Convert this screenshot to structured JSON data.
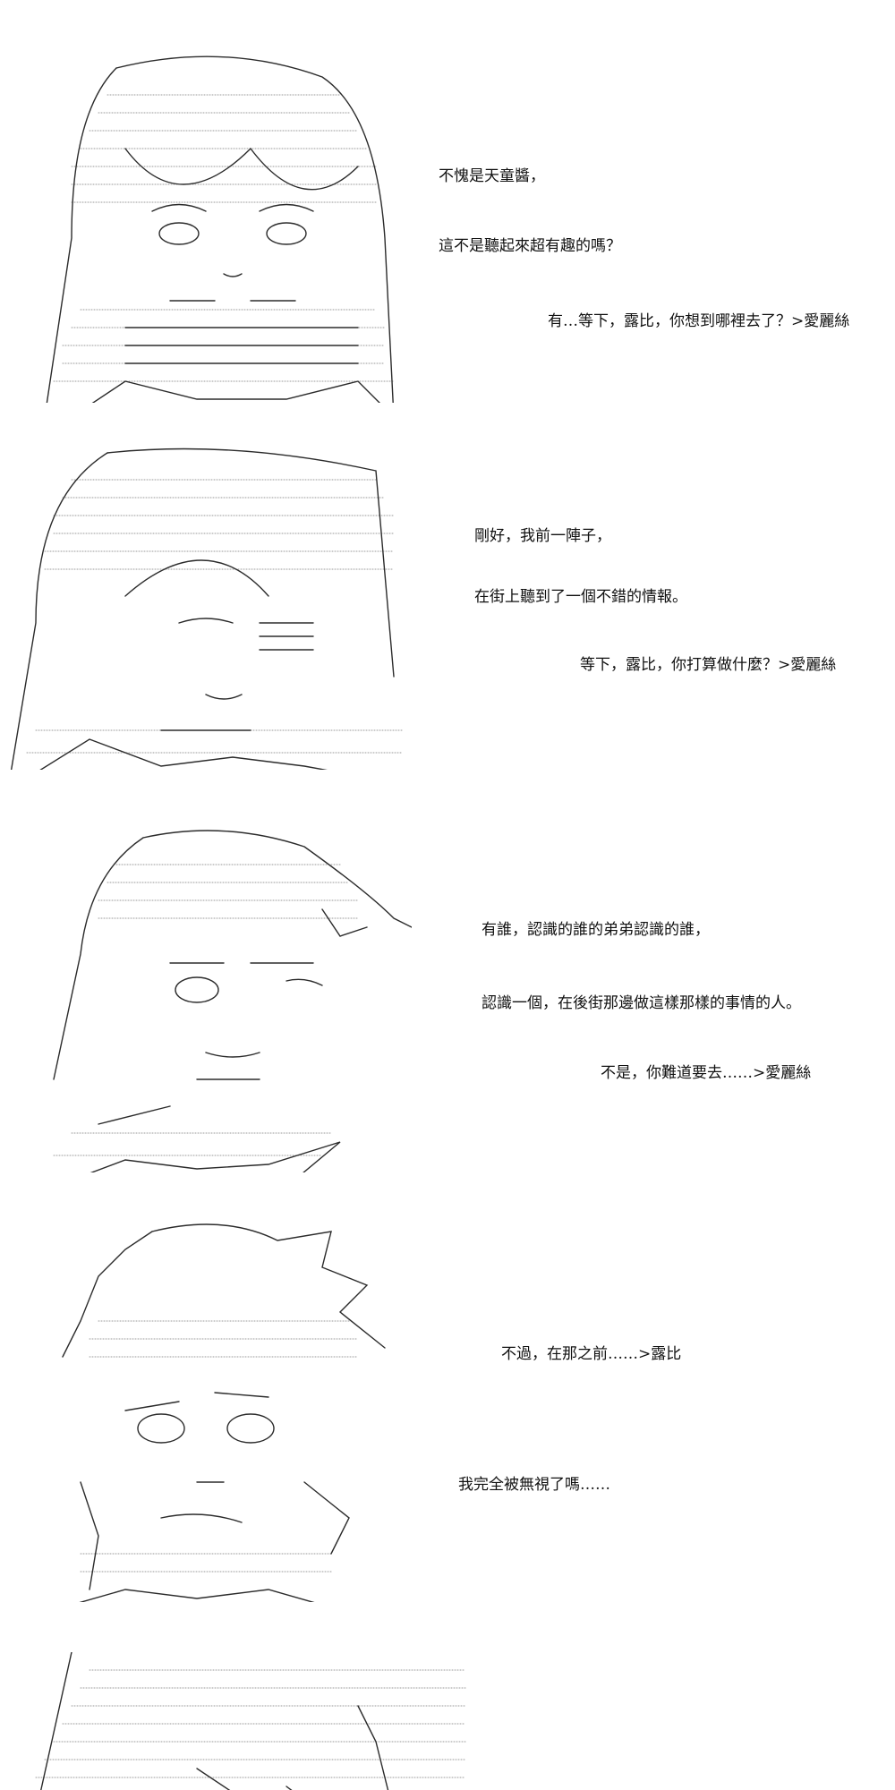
{
  "panels": [
    {
      "id": "panel-1",
      "speaker_art": "girl-long-hair",
      "lines": [
        "不愧是天童醬，",
        "這不是聽起來超有趣的嗎？",
        "有…等下，露比，你想到哪裡去了？>愛麗絲"
      ]
    },
    {
      "id": "panel-2",
      "speaker_art": "girl-smirk",
      "lines": [
        "剛好，我前一陣子，",
        "在街上聽到了一個不錯的情報。",
        "等下，露比，你打算做什麼？>愛麗絲"
      ]
    },
    {
      "id": "panel-3",
      "speaker_art": "girl-cap",
      "lines": [
        "有誰，認識的誰的弟弟認識的誰，",
        "認識一個，在後街那邊做這樣那樣的事情的人。",
        "不是，你難道要去……>愛麗絲"
      ]
    },
    {
      "id": "panel-4",
      "speaker_art": "girl-messy-hair",
      "lines": [
        "不過，在那之前……>露比",
        "我完全被無視了嗎……"
      ]
    },
    {
      "id": "panel-5",
      "speaker_art": "girl-top-partial",
      "lines": []
    }
  ]
}
